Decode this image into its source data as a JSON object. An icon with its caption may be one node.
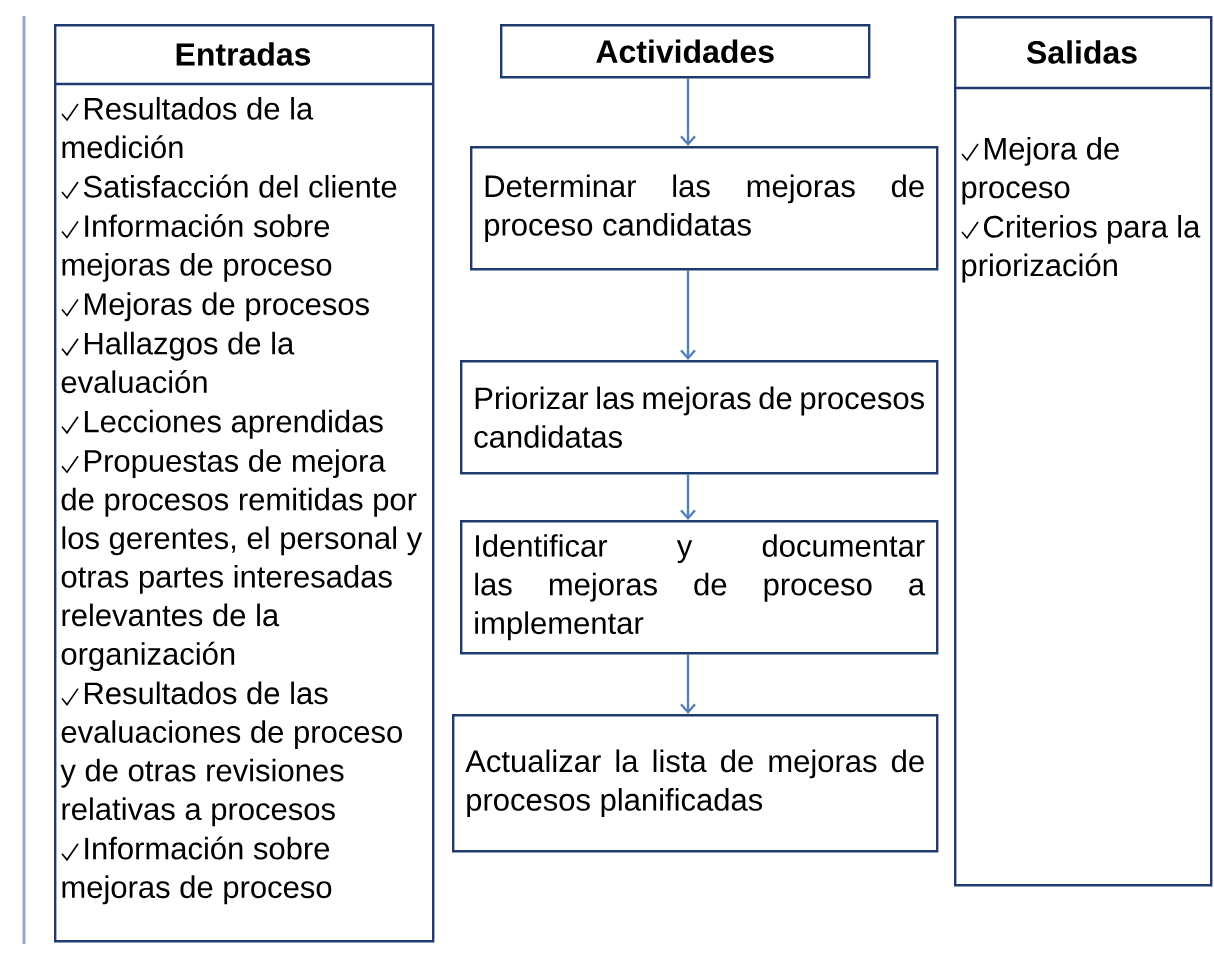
{
  "diagram": {
    "nodes": [
      {
        "text": [
          "Entradas",
          "Resultados de la medición",
          "Satisfacción del cliente",
          "Información sobre mejoras de proceso",
          "Mejoras de procesos",
          "Hallazgos de la evaluación",
          "Lecciones aprendidas",
          "Propuestas de mejora de procesos remitidas por los gerentes, el personal y otras partes interesadas relevantes de la organización",
          "Resultados de las evaluaciones de proceso y de otras revisiones relativas a procesos",
          "Información sobre mejoras de proceso"
        ]
      },
      {
        "text": [
          "Actividades"
        ]
      },
      {
        "text": [
          "Determinar las mejoras de proceso candidatas"
        ]
      },
      {
        "text": [
          "Priorizar las mejoras de procesos candidatas"
        ]
      },
      {
        "text": [
          "Identificar y documentar las mejoras de proceso a implementar"
        ]
      },
      {
        "text": [
          "Actualizar la lista de mejoras de procesos planificadas"
        ]
      },
      {
        "text": [
          "Salidas",
          "Mejora de proceso",
          "Criterios para la priorización"
        ]
      }
    ],
    "edges": [
      {
        "from": 1,
        "to": 2,
        "arrow": "to"
      },
      {
        "from": 2,
        "to": 3,
        "arrow": "to"
      },
      {
        "from": 3,
        "to": 4,
        "arrow": "to"
      },
      {
        "from": 4,
        "to": 5,
        "arrow": "to"
      }
    ]
  }
}
